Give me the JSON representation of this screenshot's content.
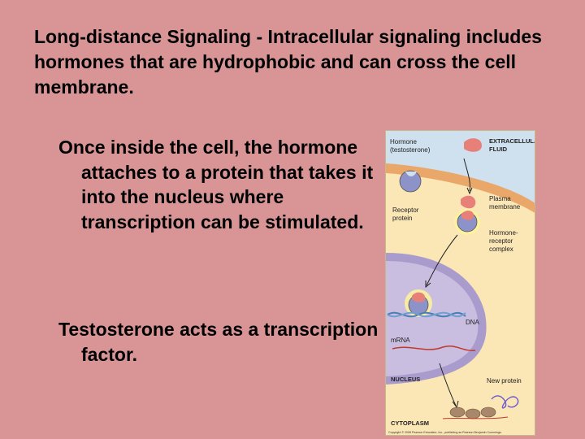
{
  "slide": {
    "title": "Long-distance Signaling - Intracellular signaling includes hormones that are hydrophobic and can cross the cell membrane.",
    "paragraph1": "Once inside the cell, the hormone attaches to a protein that takes it into the nucleus where transcription can be stimulated.",
    "paragraph2": "Testosterone acts as a transcription factor."
  },
  "figure": {
    "hormone_label_1": "Hormone",
    "hormone_label_2": "(testosterone)",
    "extracellular_1": "EXTRACELLULAR",
    "extracellular_2": "FLUID",
    "plasma_1": "Plasma",
    "plasma_2": "membrane",
    "receptor_1": "Receptor",
    "receptor_2": "protein",
    "complex_1": "Hormone-",
    "complex_2": "receptor",
    "complex_3": "complex",
    "dna": "DNA",
    "mrna": "mRNA",
    "nucleus": "NUCLEUS",
    "new_protein": "New protein",
    "cytoplasm": "CYTOPLASM",
    "copyright": "Copyright © 2008 Pearson Education, Inc., publishing as Pearson Benjamin Cummings.",
    "colors": {
      "extracellular": "#cfe0ef",
      "membrane": "#e9a86a",
      "cytoplasm": "#fbe6b6",
      "nucleus": "#c9bde0",
      "hormone": "#e8807a",
      "receptor": "#8d93c9"
    }
  }
}
